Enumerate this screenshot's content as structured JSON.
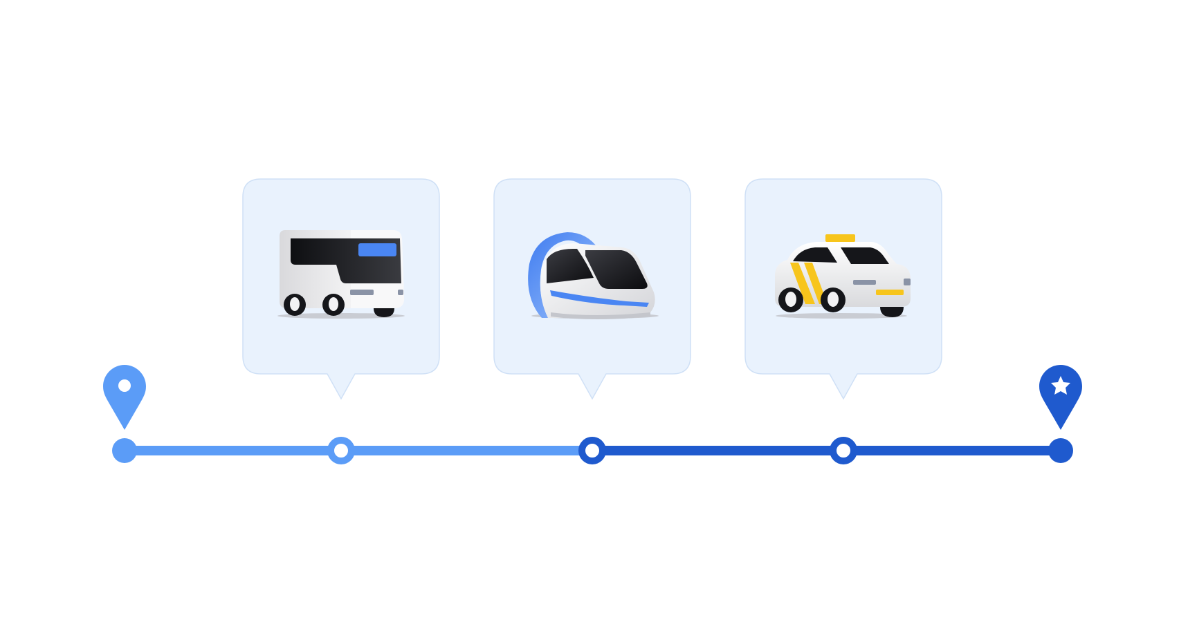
{
  "colors": {
    "background": "#ffffff",
    "route_light": "#5b9cf7",
    "route_dark": "#1f5ace",
    "card_fill": "#e9f2fd",
    "card_border": "#cfe0f6",
    "vehicle_body": "#eeeeef",
    "window_black": "#15161a",
    "accent_blue": "#4a86f3",
    "taxi_yellow": "#f7c51c"
  },
  "route": {
    "origin_icon": "map-pin-icon",
    "destination_icon": "map-pin-star-icon",
    "stops": [
      {
        "id": "origin",
        "style": "filled",
        "tone": "light"
      },
      {
        "id": "bus-stop",
        "style": "ring",
        "tone": "light"
      },
      {
        "id": "train-stop",
        "style": "ring",
        "tone": "dark"
      },
      {
        "id": "taxi-stop",
        "style": "ring",
        "tone": "dark"
      },
      {
        "id": "destination",
        "style": "filled",
        "tone": "dark"
      }
    ],
    "legs": [
      {
        "from": "origin",
        "to": "train-stop",
        "tone": "light"
      },
      {
        "from": "train-stop",
        "to": "destination",
        "tone": "dark"
      }
    ]
  },
  "modes": [
    {
      "id": "bus",
      "icon": "bus-icon",
      "stop": "bus-stop"
    },
    {
      "id": "train",
      "icon": "train-icon",
      "stop": "train-stop"
    },
    {
      "id": "taxi",
      "icon": "taxi-icon",
      "stop": "taxi-stop"
    }
  ]
}
